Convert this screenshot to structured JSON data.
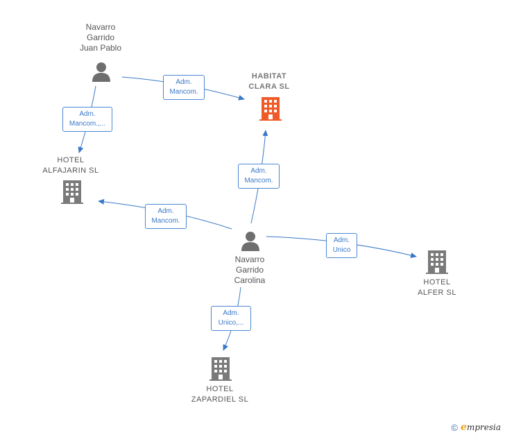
{
  "nodes": {
    "juan_pablo": {
      "lines": [
        "Navarro",
        "Garrido",
        "Juan Pablo"
      ],
      "icon": "person-icon"
    },
    "carolina": {
      "lines": [
        "Navarro",
        "Garrido",
        "Carolina"
      ],
      "icon": "person-icon"
    },
    "habitat": {
      "lines": [
        "HABITAT",
        "CLARA  SL"
      ],
      "icon": "building-icon",
      "color": "#f05a28"
    },
    "alfajarin": {
      "lines": [
        "HOTEL",
        "ALFAJARIN  SL"
      ],
      "icon": "building-icon",
      "color": "#7a7a7a"
    },
    "alfer": {
      "lines": [
        "HOTEL",
        "ALFER  SL"
      ],
      "icon": "building-icon",
      "color": "#7a7a7a"
    },
    "zapardiel": {
      "lines": [
        "HOTEL",
        "ZAPARDIEL  SL"
      ],
      "icon": "building-icon",
      "color": "#7a7a7a"
    }
  },
  "edges": {
    "jp_habitat": [
      "Adm.",
      "Mancom."
    ],
    "jp_alfajarin": [
      "Adm.",
      "Mancom.,..."
    ],
    "car_habitat": [
      "Adm.",
      "Mancom."
    ],
    "car_alfajarin": [
      "Adm.",
      "Mancom."
    ],
    "car_alfer": [
      "Adm.",
      "Unico"
    ],
    "car_zapardiel": [
      "Adm.",
      "Unico,..."
    ]
  },
  "colors": {
    "edge": "#3a78c8",
    "person": "#6e6e6e",
    "highlight": "#f05a28"
  },
  "footer": {
    "copyright": "©",
    "brand_initial": "e",
    "brand_rest": "mpresia"
  }
}
